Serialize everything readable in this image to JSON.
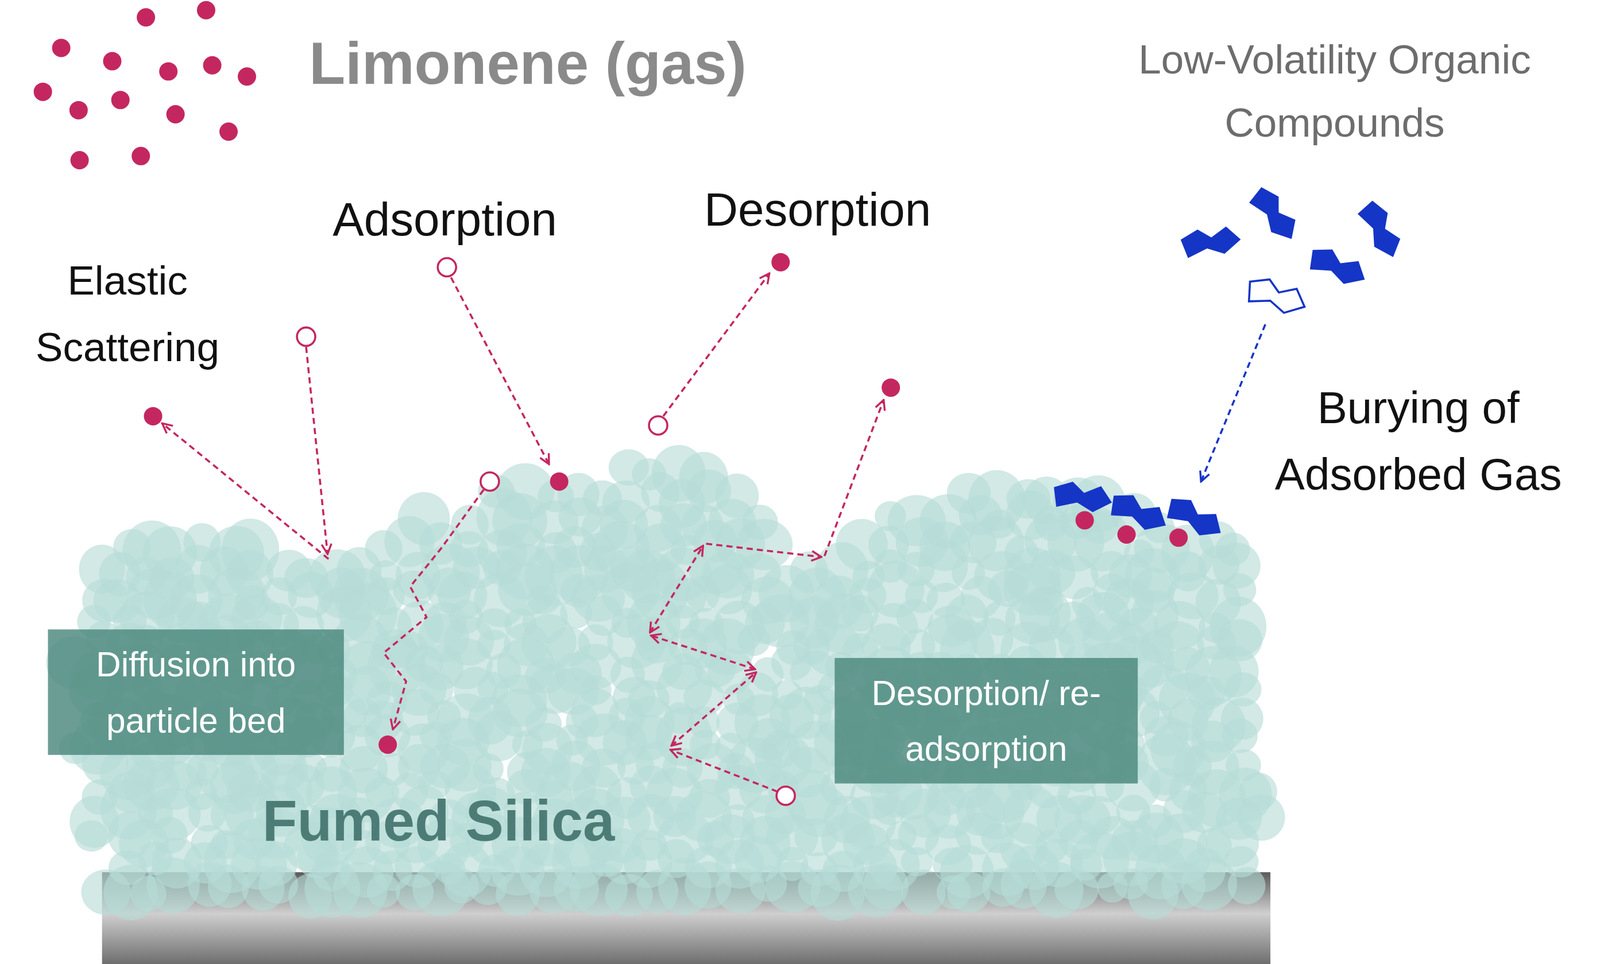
{
  "diagram": {
    "nodes": [
      {
        "text": [
          "Diffusion into particle bed"
        ]
      },
      {
        "text": [
          "Desorption/ re-adsorption"
        ]
      }
    ],
    "labels": [
      "Limonene (gas)",
      "Low-Volatility Organic Compounds",
      "Elastic Scattering",
      "Adsorption",
      "Desorption",
      "Burying of Adsorbed Gas",
      "Fumed Silica"
    ]
  }
}
